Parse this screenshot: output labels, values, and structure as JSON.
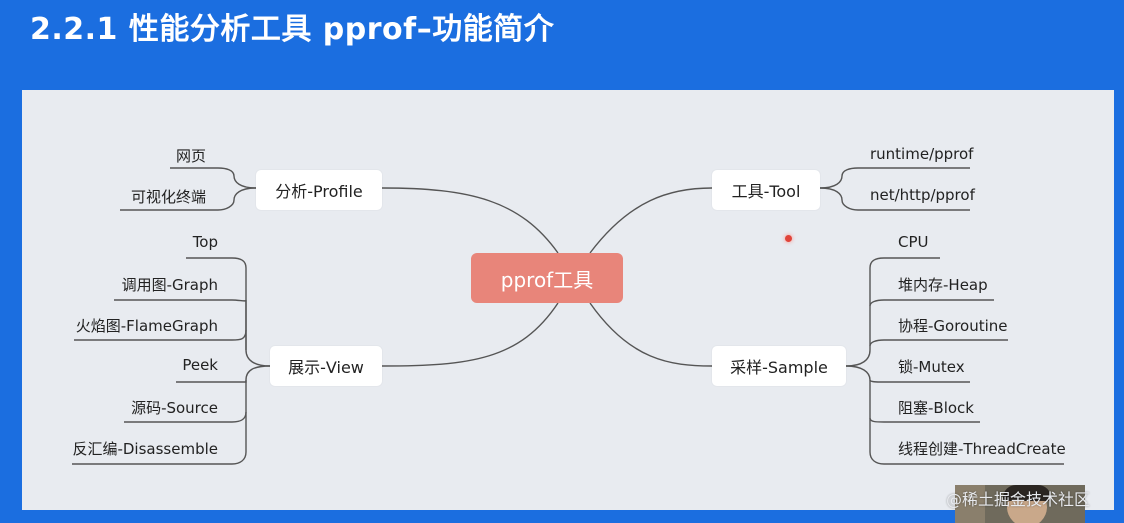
{
  "header": {
    "title": "2.2.1 性能分析工具 pprof–功能简介"
  },
  "mindmap": {
    "center": "pprof工具",
    "profile": {
      "label": "分析-Profile",
      "leaves": [
        "网页",
        "可视化终端"
      ]
    },
    "tool": {
      "label": "工具-Tool",
      "leaves": [
        "runtime/pprof",
        "net/http/pprof"
      ]
    },
    "view": {
      "label": "展示-View",
      "leaves": [
        "Top",
        "调用图-Graph",
        "火焰图-FlameGraph",
        "Peek",
        "源码-Source",
        "反汇编-Disassemble"
      ]
    },
    "sample": {
      "label": "采样-Sample",
      "leaves": [
        "CPU",
        "堆内存-Heap",
        "协程-Goroutine",
        "锁-Mutex",
        "阻塞-Block",
        "线程创建-ThreadCreate"
      ]
    }
  },
  "overlay": {
    "watermark": "@稀土掘金技术社区"
  },
  "colors": {
    "header_bg": "#1b6ee0",
    "panel_bg": "#e8ebf0",
    "center_node": "#e8857a",
    "line": "#555555"
  }
}
